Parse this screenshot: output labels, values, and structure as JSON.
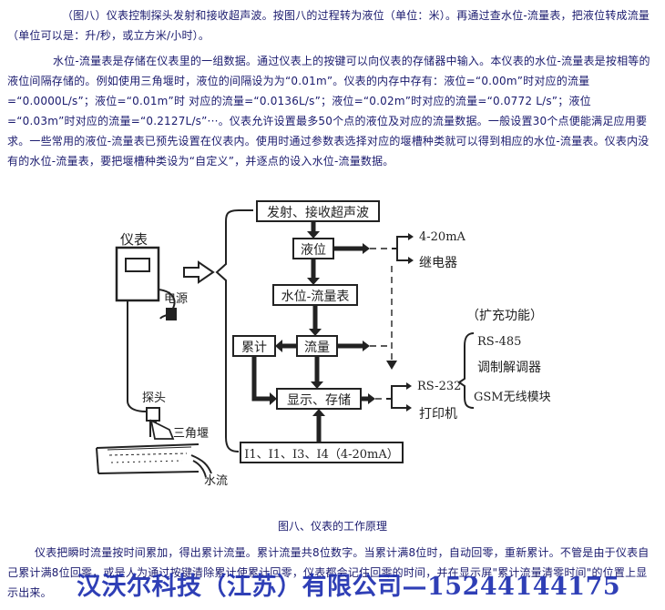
{
  "paragraphs": {
    "p1": "（图八）仪表控制探头发射和接收超声波。按图八的过程转为液位（单位：米）。再通过查水位-流量表，把液位转成流量（单位可以是：升/秒，或立方米/小时）。",
    "p2": "水位-流量表是存储在仪表里的一组数据。通过仪表上的按键可以向仪表的存储器中输入。本仪表的水位-流量表是按相等的液位间隔存储的。例如使用三角堰时，液位的间隔设为为“0.01m”。仪表的内存中存有：液位=“0.00m”时对应的流量=“0.0000L/s”；液位=“0.01m”时 对应的流量=“0.0136L/s”；液位=“0.02m”时对应的流量=“0.0772 L/s”；液位=“0.03m”时对应的流量=“0.2127L/s”···。仪表允许设置最多50个点的液位及对应的流量数据。一般设置30个点便能满足应用要求。一些常用的液位-流量表已预先设置在仪表内。使用时通过参数表选择对应的堰槽种类就可以得到相应的水位-流量表。仪表内没有的水位-流量表，要把堰槽种类设为“自定义”，并逐点的设入水位-流量数据。",
    "p3": "仪表把瞬时流量按时间累加，得出累计流量。累计流量共8位数字。当累计满8位时，自动回零，重新累计。不管是由于仪表自己累计满8位回零，或是人为通过按键清除累计使累计回零，仪表都会记住回零的时间，并在显示屏\"累计流量清零时间\"的位置上显示出来。"
  },
  "diagram": {
    "meter_label": "仪表",
    "power_label": "电源",
    "probe_label": "探头",
    "weir_label": "三角堰",
    "water_label": "水流",
    "box_emit": "发射、接收超声波",
    "box_level": "液位",
    "box_table": "水位-流量表",
    "box_cumulative": "累计",
    "box_flow": "流量",
    "box_display": "显示、存储",
    "box_inputs": "I1、I1、I3、I4（4-20mA）",
    "out_current": "4-20mA",
    "out_relay": "继电器",
    "ext_title": "（扩充功能）",
    "ext_rs485": "RS-485",
    "ext_modem": "调制解调器",
    "ext_gsm": "GSM无线模块",
    "out_rs232": "RS-232",
    "out_printer": "打印机"
  },
  "caption": "图八、仪表的工作原理",
  "watermark": "汉沃尔科技（江苏）有限公司—15244144175"
}
